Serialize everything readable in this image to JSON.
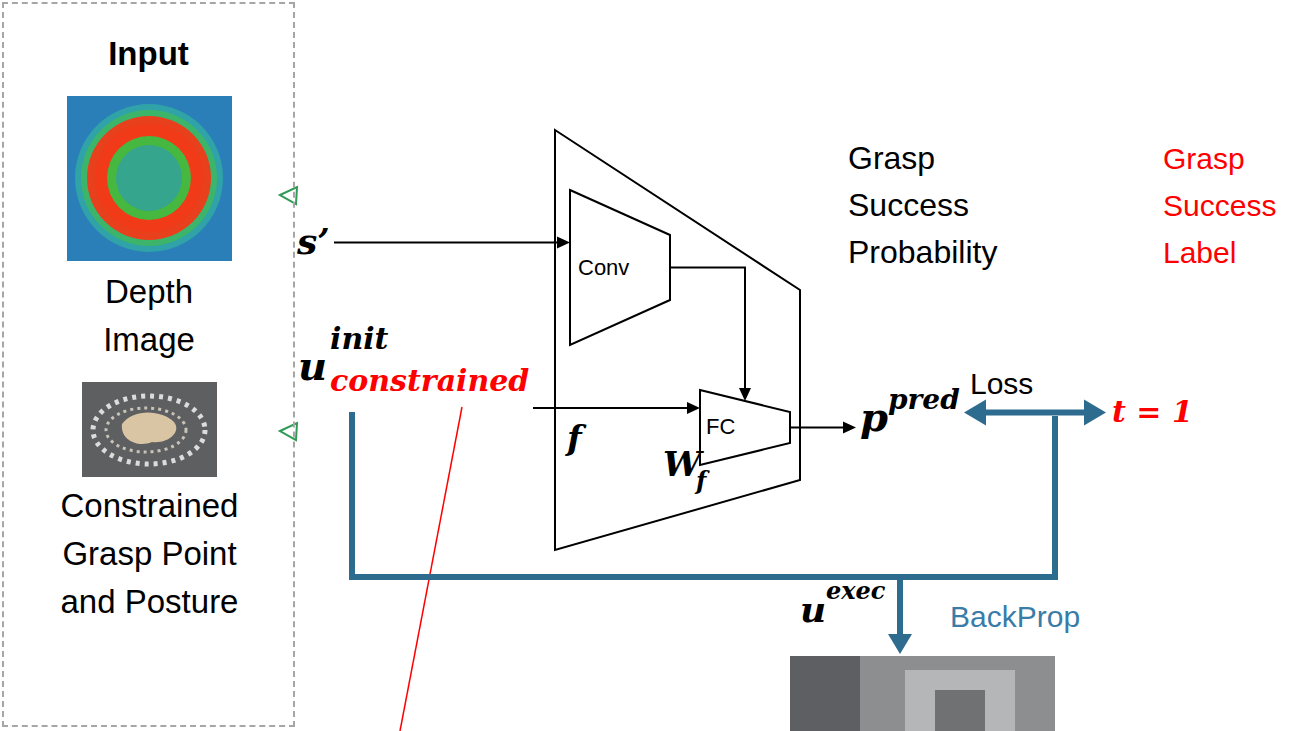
{
  "diagram": {
    "nodes": [
      {
        "text": [
          "Input"
        ]
      },
      {
        "text": [
          "Depth Image"
        ],
        "in": 0
      },
      {
        "text": [
          "Constrained Grasp Point and Posture"
        ],
        "in": 0
      },
      {
        "text": [
          "s’"
        ]
      },
      {
        "text": [
          "u",
          "init",
          "constrained"
        ]
      },
      {
        "text": [
          "f",
          "W",
          "f"
        ]
      },
      {
        "text": [
          "Conv"
        ],
        "in": 5
      },
      {
        "text": [
          "FC"
        ],
        "in": 5
      },
      {
        "text": [
          "p",
          "pred"
        ]
      },
      {
        "text": [
          "t = 1"
        ]
      }
    ],
    "edges": [
      {
        "from": 3,
        "to": 6,
        "arrow": "to"
      },
      {
        "from": 4,
        "to": 7,
        "arrow": "to"
      },
      {
        "from": 6,
        "to": 7,
        "arrow": "to"
      },
      {
        "from": 7,
        "to": 8,
        "arrow": "to"
      },
      {
        "from": 8,
        "to": 9,
        "arrow": "both",
        "label": "Loss"
      }
    ],
    "labels": [
      "Grasp Success Probability",
      "Grasp Success Label",
      "u",
      "exec",
      "BackProp"
    ]
  }
}
